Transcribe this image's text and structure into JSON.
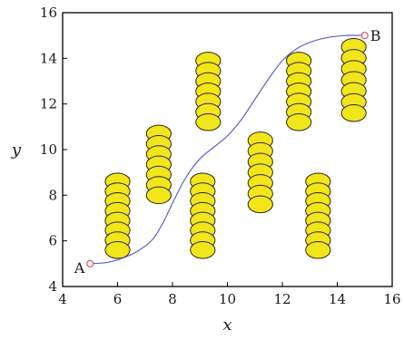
{
  "chart_data": {
    "type": "scatter",
    "title": "",
    "xlabel": "x",
    "ylabel": "y",
    "xlim": [
      4,
      16
    ],
    "ylim": [
      4,
      16
    ],
    "xticks": [
      "4",
      "6",
      "8",
      "10",
      "12",
      "14",
      "16"
    ],
    "yticks": [
      "4",
      "6",
      "8",
      "10",
      "12",
      "14",
      "16"
    ],
    "grid": false,
    "colors": {
      "obstacle_fill": "#f2e51a",
      "obstacle_edge": "#2a2a1a",
      "path_line": "#5a64c8",
      "endpoint_marker": "#e05060",
      "axis": "#000000"
    },
    "start_point": {
      "label": "A",
      "x": 5.0,
      "y": 5.0
    },
    "end_point": {
      "label": "B",
      "x": 15.0,
      "y": 15.0
    },
    "obstacles": [
      {
        "x": 6.0,
        "y_min": 5.6,
        "y_max": 8.6,
        "radius": 0.45
      },
      {
        "x": 7.5,
        "y_min": 8.0,
        "y_max": 10.7,
        "radius": 0.45
      },
      {
        "x": 9.1,
        "y_min": 5.6,
        "y_max": 8.6,
        "radius": 0.45
      },
      {
        "x": 9.3,
        "y_min": 11.2,
        "y_max": 13.9,
        "radius": 0.45
      },
      {
        "x": 11.2,
        "y_min": 7.6,
        "y_max": 10.4,
        "radius": 0.45
      },
      {
        "x": 12.6,
        "y_min": 11.2,
        "y_max": 13.9,
        "radius": 0.45
      },
      {
        "x": 13.3,
        "y_min": 5.6,
        "y_max": 8.6,
        "radius": 0.45
      },
      {
        "x": 14.6,
        "y_min": 11.6,
        "y_max": 14.5,
        "radius": 0.45
      }
    ],
    "path": [
      [
        5.0,
        5.0
      ],
      [
        5.6,
        5.05
      ],
      [
        6.2,
        5.25
      ],
      [
        6.8,
        5.6
      ],
      [
        7.3,
        6.1
      ],
      [
        7.7,
        6.9
      ],
      [
        8.1,
        7.9
      ],
      [
        8.5,
        8.8
      ],
      [
        9.0,
        9.6
      ],
      [
        9.5,
        10.1
      ],
      [
        10.0,
        10.6
      ],
      [
        10.5,
        11.3
      ],
      [
        11.0,
        12.2
      ],
      [
        11.5,
        13.1
      ],
      [
        12.0,
        13.9
      ],
      [
        12.5,
        14.4
      ],
      [
        13.0,
        14.7
      ],
      [
        13.6,
        14.9
      ],
      [
        14.3,
        15.0
      ],
      [
        15.0,
        15.0
      ]
    ]
  }
}
